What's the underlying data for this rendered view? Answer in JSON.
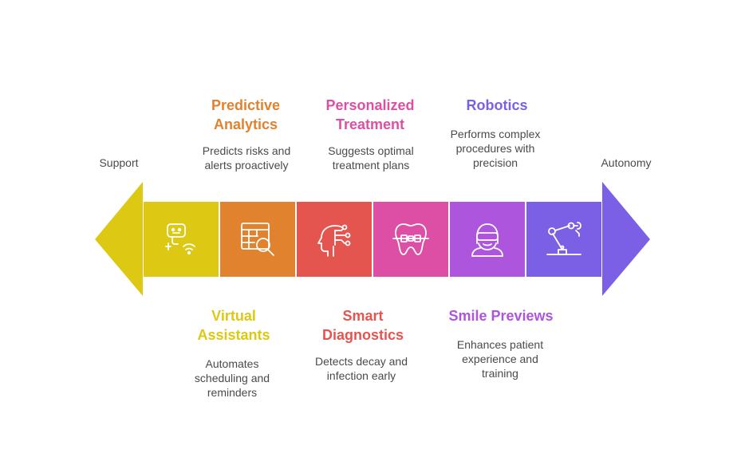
{
  "ends": {
    "left_label": "Support",
    "right_label": "Autonomy"
  },
  "colors": {
    "yellow": "#DDC813",
    "orange": "#E0822E",
    "red": "#E55550",
    "pink": "#DD4FA4",
    "purple": "#AE55DD",
    "violet": "#7B60E6"
  },
  "items": [
    {
      "title": "Virtual Assistants",
      "title_lines": [
        "Virtual",
        "Assistants"
      ],
      "desc_lines": [
        "Automates",
        "scheduling and",
        "reminders"
      ],
      "icon": "robot-wifi-icon",
      "color": "#DDC813"
    },
    {
      "title": "Predictive Analytics",
      "title_lines": [
        "Predictive",
        "Analytics"
      ],
      "desc_lines": [
        "Predicts risks and",
        "alerts proactively"
      ],
      "icon": "table-search-icon",
      "color": "#E0822E"
    },
    {
      "title": "Smart Diagnostics",
      "title_lines": [
        "Smart",
        "Diagnostics"
      ],
      "desc_lines": [
        "Detects decay and",
        "infection early"
      ],
      "icon": "ai-head-icon",
      "color": "#E55550"
    },
    {
      "title": "Personalized Treatment",
      "title_lines": [
        "Personalized",
        "Treatment"
      ],
      "desc_lines": [
        "Suggests optimal",
        "treatment plans"
      ],
      "icon": "tooth-braces-icon",
      "color": "#DD4FA4"
    },
    {
      "title": "Smile Previews",
      "title_lines": [
        "Smile Previews"
      ],
      "desc_lines": [
        "Enhances patient",
        "experience and",
        "training"
      ],
      "icon": "vr-headset-person-icon",
      "color": "#AE55DD"
    },
    {
      "title": "Robotics",
      "title_lines": [
        "Robotics"
      ],
      "desc_lines": [
        "Performs complex",
        "procedures with",
        "precision"
      ],
      "icon": "robotic-arm-icon",
      "color": "#7B60E6"
    }
  ]
}
